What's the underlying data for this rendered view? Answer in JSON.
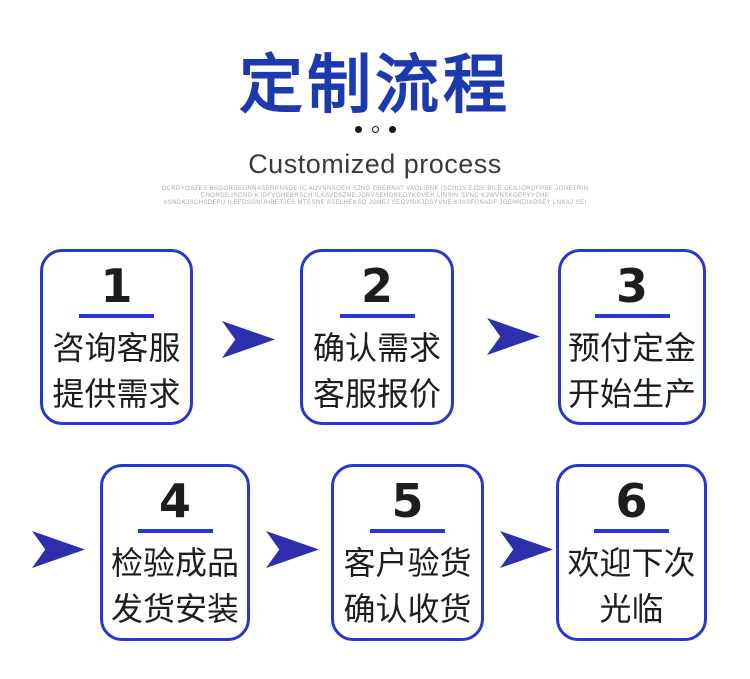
{
  "header": {
    "title": "定制流程",
    "subtitle": "Customized process",
    "fine_print_lines": [
      "OCRDYOSZES BSGORDEGRNASERRNSDE IC AOVNNSOEH SZNG GBERNAT VAOLIENK ISCHOS EJDE BILE CEILIOROFPSE JGNETRIN",
      "CHORDE ISONG KJDFVGHEBRSCH ILKAVDSZNE JDRVSEHOREDYKOVEH LINSIN SVNC KJWVNSKOEFYYCHE",
      "ASNDKJSCHSDEFU ILEFDSGNUHBETJES MTESNE ASELHEKSO JGNEJ SEOVNIKJDSYVNE KJASFGNADF JGEHNDIADSEY LNKAJ SEI"
    ]
  },
  "steps": [
    {
      "number": "1",
      "line1": "咨询客服",
      "line2": "提供需求"
    },
    {
      "number": "2",
      "line1": "确认需求",
      "line2": "客服报价"
    },
    {
      "number": "3",
      "line1": "预付定金",
      "line2": "开始生产"
    },
    {
      "number": "4",
      "line1": "检验成品",
      "line2": "发货安装"
    },
    {
      "number": "5",
      "line1": "客户验货",
      "line2": "确认收货"
    },
    {
      "number": "6",
      "line1": "欢迎下次",
      "line2": "光临"
    }
  ],
  "colors": {
    "title_blue": "#1c3aad",
    "box_border_blue": "#2737cf",
    "arrow_blue": "#2d2fad",
    "text_black": "#1d1d1d",
    "subtitle_gray": "#3a3a3a",
    "fine_print_gray": "#a9a9a9"
  }
}
